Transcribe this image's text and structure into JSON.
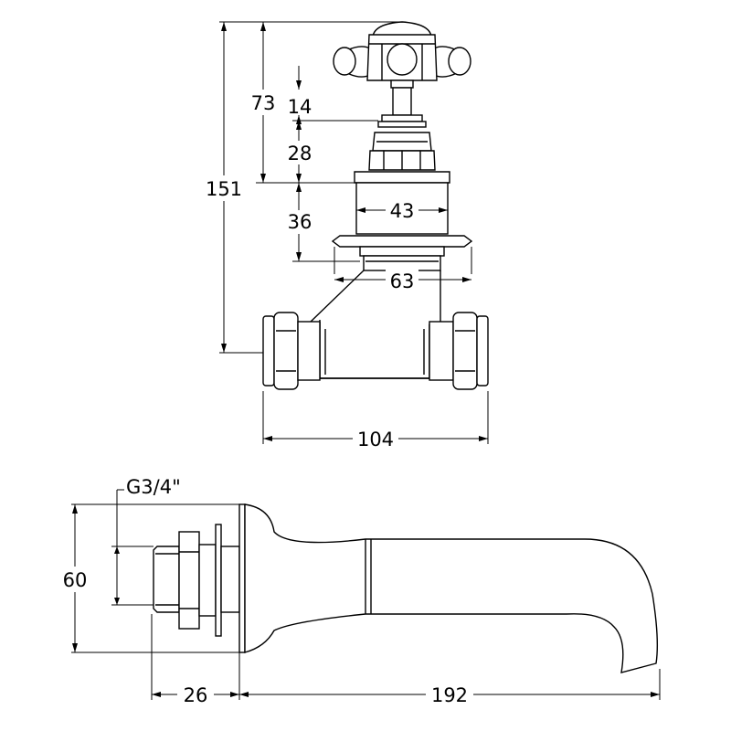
{
  "diagram": {
    "valve": {
      "height_total": "151",
      "head_height": "73",
      "spindle": "14",
      "hex_nut": "28",
      "body_height": "36",
      "body_width": "43",
      "flange_width": "63",
      "width": "104"
    },
    "spout": {
      "thread": "G3/4\"",
      "plate_height": "60",
      "mount_depth": "26",
      "projection": "192"
    }
  }
}
